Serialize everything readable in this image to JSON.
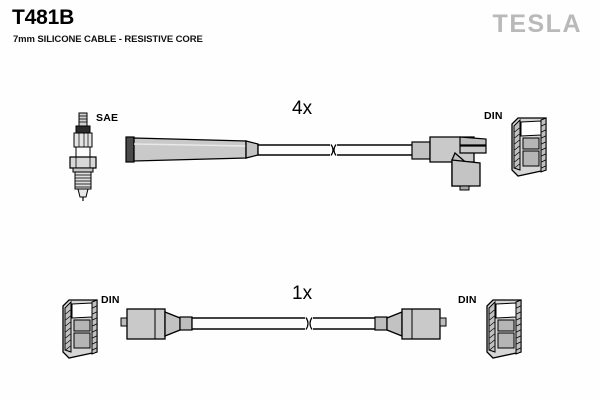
{
  "header": {
    "part_number": "T481B",
    "description": "7mm SILICONE CABLE - RESISTIVE CORE",
    "brand": "TESLA"
  },
  "colors": {
    "body_fill": "#c9c9c9",
    "body_fill_light": "#d6d6d6",
    "body_fill_dark": "#a8a8a8",
    "outline": "#000000",
    "brand_gray": "#b9b9b9",
    "background": "#fefefe"
  },
  "assemblies": [
    {
      "id": "top-assembly",
      "quantity_label": "4x",
      "left_terminal_label": "SAE",
      "left_terminal_type": "spark-plug",
      "left_boot": "straight-boot",
      "right_boot": "right-angle-boot",
      "right_terminal_label": "DIN",
      "right_terminal_type": "din-socket",
      "cable_break": true
    },
    {
      "id": "bottom-assembly",
      "quantity_label": "1x",
      "left_terminal_label": "DIN",
      "left_terminal_type": "din-socket",
      "left_boot": "coil-connector",
      "right_boot": "coil-connector",
      "right_terminal_label": "DIN",
      "right_terminal_type": "din-socket",
      "cable_break": true
    }
  ]
}
